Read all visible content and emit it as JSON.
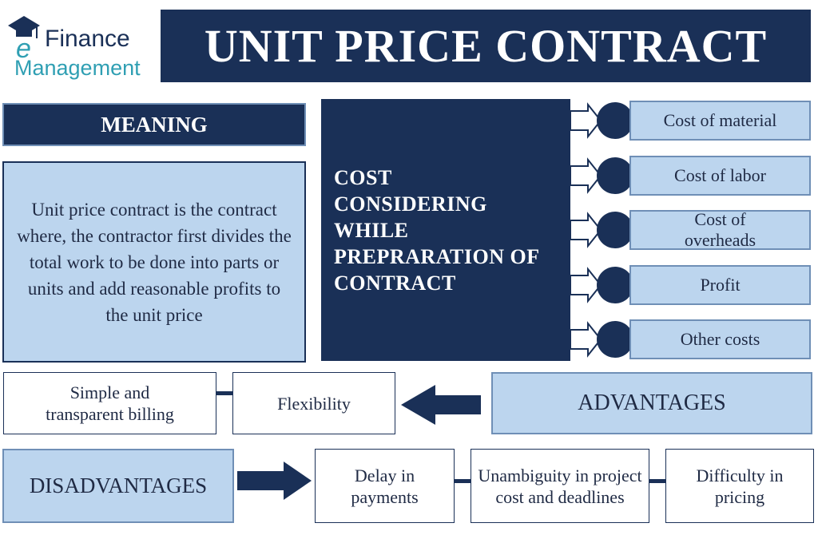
{
  "logo": {
    "line1": "Finance",
    "line2": "Management",
    "icon": "graduation-cap-e-icon"
  },
  "title": "UNIT PRICE CONTRACT",
  "meaning": {
    "heading": "MEANING",
    "text": "Unit price contract is the contract where, the contractor first divides the total work to be done into parts or units and add reasonable profits to the unit price"
  },
  "cost_block": {
    "title": "COST\nCONSIDERING\nWHILE\nPREPRARATION OF\nCONTRACT",
    "items": [
      "Cost of material",
      "Cost of labor",
      "Cost of overheads",
      "Profit",
      "Other costs"
    ]
  },
  "advantages": {
    "label": "ADVANTAGES",
    "items": [
      "Flexibility",
      "Simple and transparent billing"
    ]
  },
  "disadvantages": {
    "label": "DISADVANTAGES",
    "items": [
      "Delay in payments",
      "Unambiguity in project cost and deadlines",
      "Difficulty in pricing"
    ]
  },
  "colors": {
    "navy": "#1a3057",
    "light_blue": "#bcd5ee",
    "teal": "#2f9fb3"
  }
}
